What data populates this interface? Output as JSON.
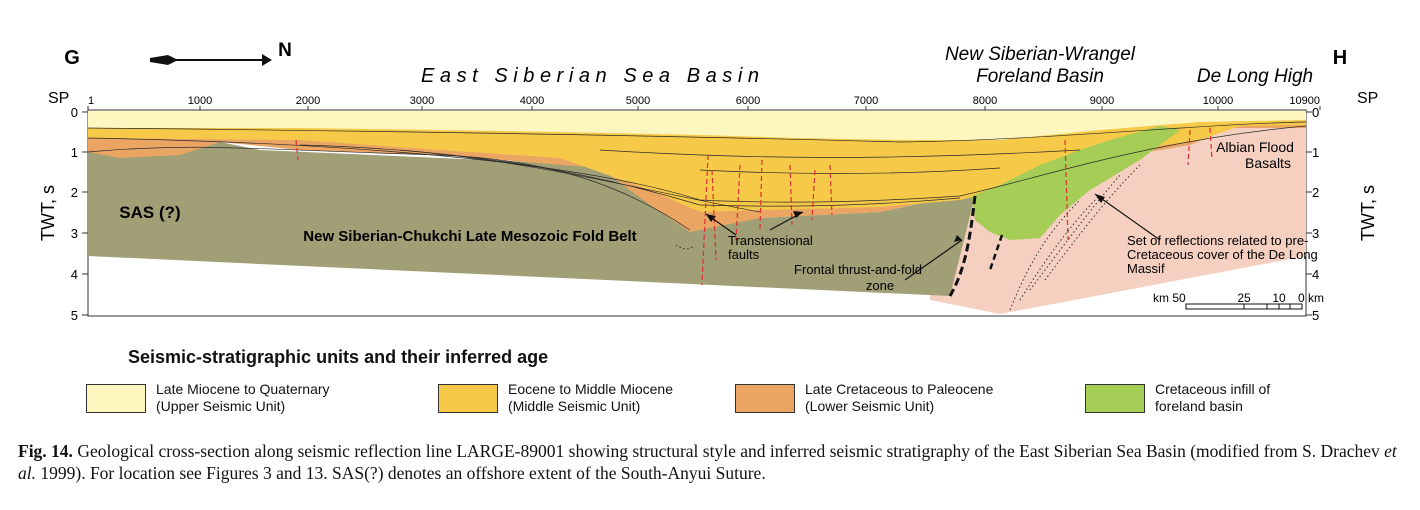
{
  "figure": {
    "end_left": "G",
    "end_right": "H",
    "direction": "N",
    "region_main": "E a s t   S i b e r i a n   S e a   B a s i n",
    "region_foreland": [
      "New Siberian-Wrangel",
      "Foreland Basin"
    ],
    "region_high": "De Long High",
    "sp_label": "SP",
    "sp_ticks": [
      "1",
      "1000",
      "2000",
      "3000",
      "4000",
      "5000",
      "6000",
      "7000",
      "8000",
      "9000",
      "10000",
      "10900"
    ],
    "twt_label": "TWT, s",
    "twt_ticks": [
      "0",
      "1",
      "2",
      "3",
      "4",
      "5"
    ],
    "labels": {
      "sas": "SAS (?)",
      "fold_belt": "New Siberian-Chukchi Late Mesozoic Fold Belt",
      "faults": [
        "Transtensional",
        "faults"
      ],
      "thrust": [
        "Frontal thrust-and-fold",
        "zone"
      ],
      "reflections": [
        "Set of reflections related to pre-",
        "Cretaceous cover of the De Long",
        "Massif"
      ],
      "basalts": [
        "Albian Flood",
        "Basalts"
      ]
    },
    "scale_bar": {
      "km_label": "km 50",
      "t25": "25",
      "t10": "10",
      "t0": "0 km"
    }
  },
  "legend": {
    "title": "Seismic-stratigraphic units and their inferred age",
    "items": [
      {
        "line1": "Late Miocene to Quaternary",
        "line2": "(Upper Seismic Unit)",
        "color": "#fdf6bf"
      },
      {
        "line1": "Eocene to Middle Miocene",
        "line2": "(Middle Seismic Unit)",
        "color": "#f7c948"
      },
      {
        "line1": "Late Cretaceous to Paleocene",
        "line2": "(Lower Seismic Unit)",
        "color": "#eba563"
      },
      {
        "line1": "Cretaceous infill of",
        "line2": "foreland basin",
        "color": "#a6cd55"
      }
    ]
  },
  "caption": {
    "label": "Fig. 14.",
    "text_1": "Geological cross-section along seismic reflection line LARGE-89001 showing structural style and inferred seismic stratigraphy of the East Siberian Sea Basin (modified from S. Drachev",
    "etal": "et al.",
    "text_2": "1999). For location see Figures 3 and 13. SAS(?) denotes an offshore extent of the South-Anyui Suture."
  },
  "colors": {
    "fold_belt": "#a09f76",
    "massif": "#f5cfc0",
    "fault": "#e0302f"
  }
}
